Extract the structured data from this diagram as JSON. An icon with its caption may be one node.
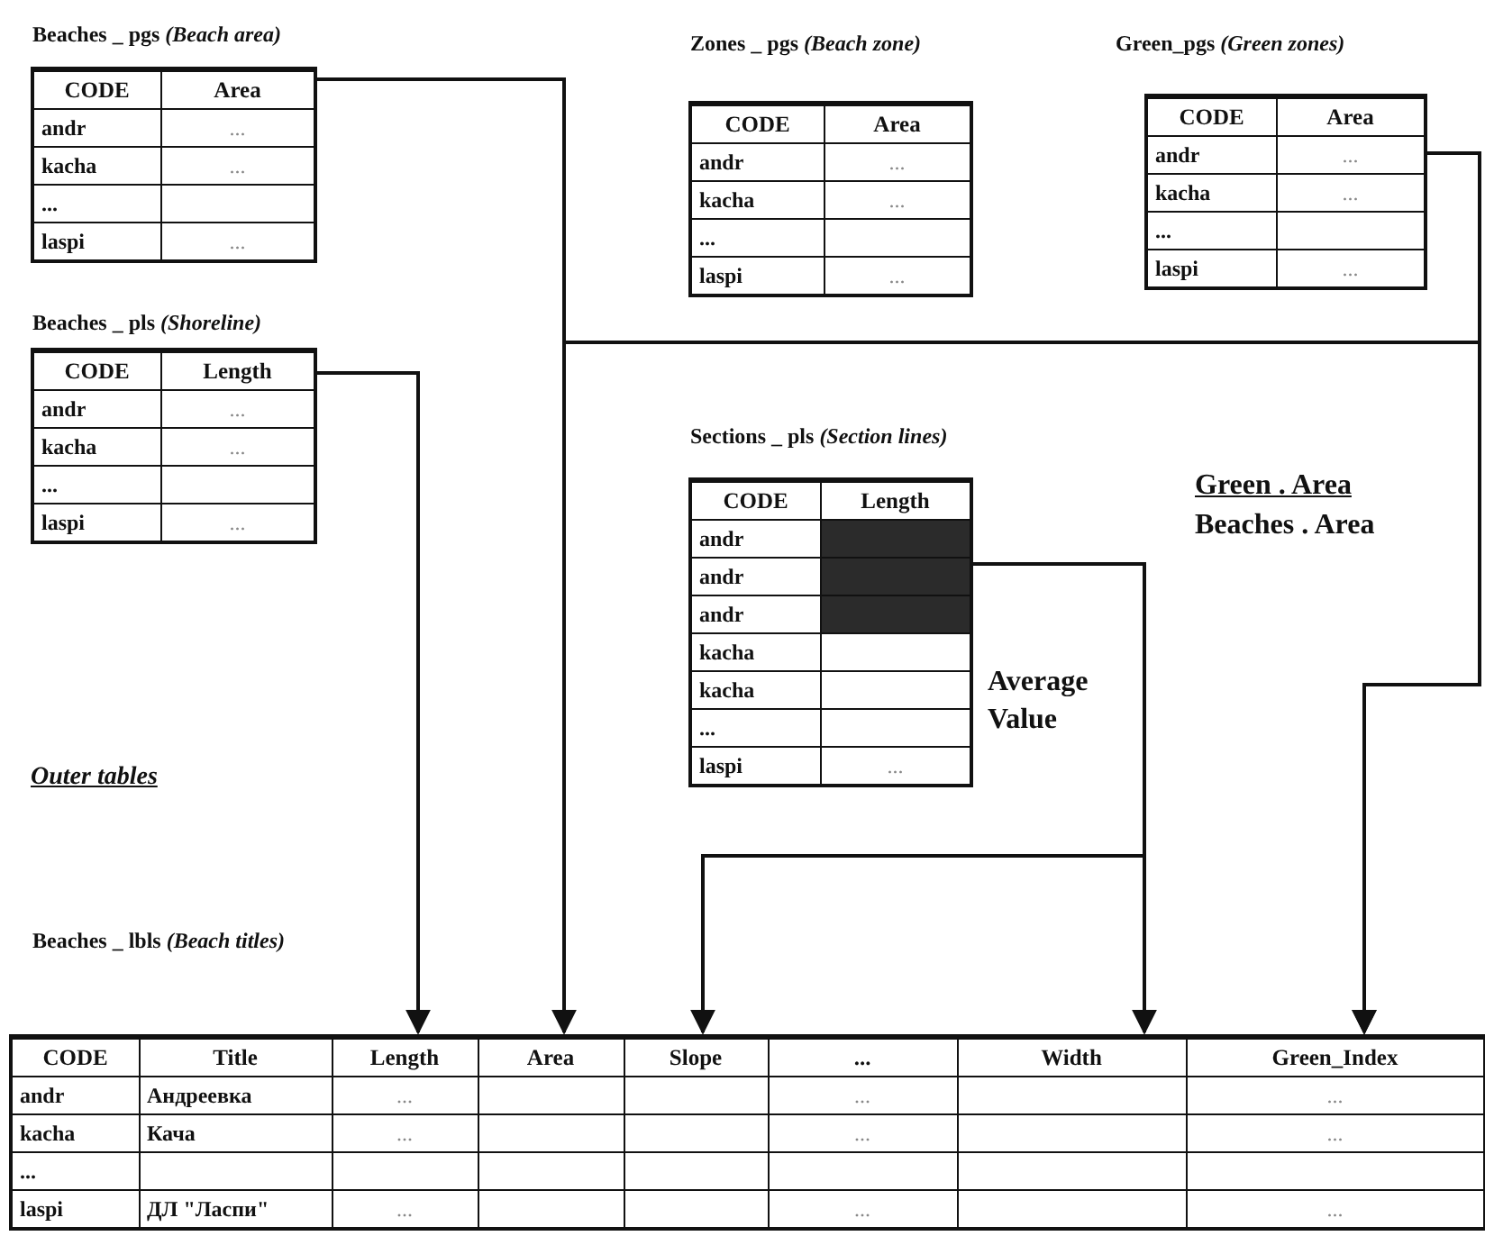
{
  "diagram": {
    "nodes": [
      {
        "text": [
          "Beaches _ pgs *(Beach area)*",
          "CODE",
          "Area",
          "andr",
          "...",
          "kacha",
          "...",
          "...",
          "laspi",
          "..."
        ]
      },
      {
        "text": [
          "Zones _ pgs *(Beach zone)*",
          "CODE",
          "Area",
          "andr",
          "...",
          "kacha",
          "...",
          "...",
          "laspi",
          "..."
        ]
      },
      {
        "text": [
          "Green_pgs *(Green zones)*",
          "CODE",
          "Area",
          "andr",
          "...",
          "kacha",
          "...",
          "...",
          "laspi",
          "..."
        ]
      },
      {
        "text": [
          "Beaches _ pls *(Shoreline)*",
          "CODE",
          "Length",
          "andr",
          "...",
          "kacha",
          "...",
          "...",
          "laspi",
          "..."
        ]
      },
      {
        "text": [
          "Sections _ pls *(Section lines)*",
          "CODE",
          "Length",
          "andr",
          "andr",
          "andr",
          "kacha",
          "kacha",
          "...",
          "laspi",
          "..."
        ]
      },
      {
        "text": [
          "Beaches _ lbls *(Beach titles)*",
          "CODE",
          "Title",
          "Length",
          "Area",
          "Slope",
          "...",
          "Width",
          "Green_Index",
          "andr",
          "Андреевка",
          "...",
          "...",
          "...",
          "kacha",
          "Кача",
          "...",
          "...",
          "...",
          "...",
          "laspi",
          "ДЛ \"Ласпи\"",
          "...",
          "...",
          "..."
        ]
      }
    ],
    "edges": [
      {
        "from": 0,
        "to": 5,
        "arrow": "to"
      },
      {
        "from": 0,
        "to": 5,
        "arrow": "to"
      },
      {
        "from": 2,
        "to": 5,
        "arrow": "to"
      },
      {
        "from": 3,
        "to": 5,
        "arrow": "to"
      },
      {
        "from": 4,
        "to": 5,
        "arrow": "to"
      },
      {
        "from": 4,
        "to": 5,
        "arrow": "to",
        "label": "Average Value"
      }
    ],
    "labels": [
      "Outer tables",
      "Green . Area",
      "Beaches . Area"
    ]
  }
}
